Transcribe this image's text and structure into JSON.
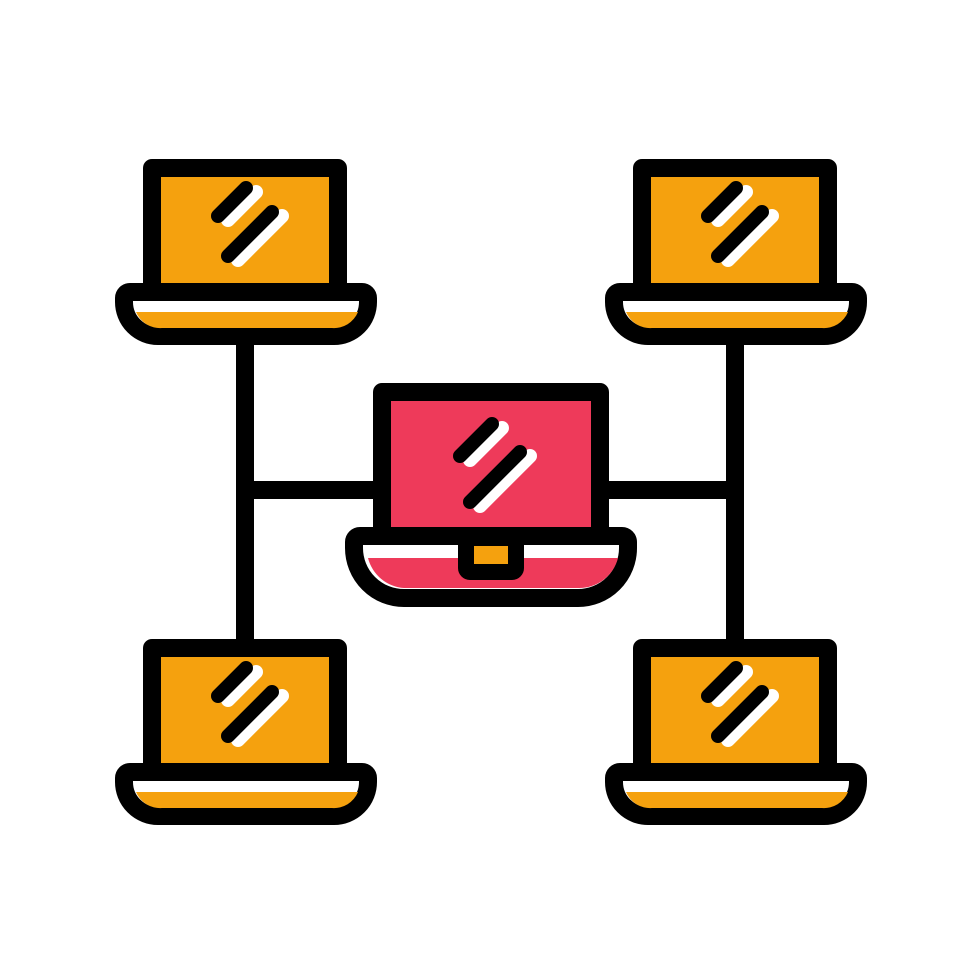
{
  "icon": {
    "name": "computer-network-icon",
    "colors": {
      "outline": "#000000",
      "peer_fill": "#F5A10E",
      "hub_fill": "#EE3A5A",
      "hub_accent": "#F5A10E",
      "highlight": "#FFFFFF",
      "background": "#FFFFFF"
    },
    "nodes": [
      {
        "role": "peer",
        "icon": "laptop-icon",
        "position": "top-left"
      },
      {
        "role": "peer",
        "icon": "laptop-icon",
        "position": "top-right"
      },
      {
        "role": "hub",
        "icon": "laptop-icon",
        "position": "center"
      },
      {
        "role": "peer",
        "icon": "laptop-icon",
        "position": "bottom-left"
      },
      {
        "role": "peer",
        "icon": "laptop-icon",
        "position": "bottom-right"
      }
    ]
  }
}
